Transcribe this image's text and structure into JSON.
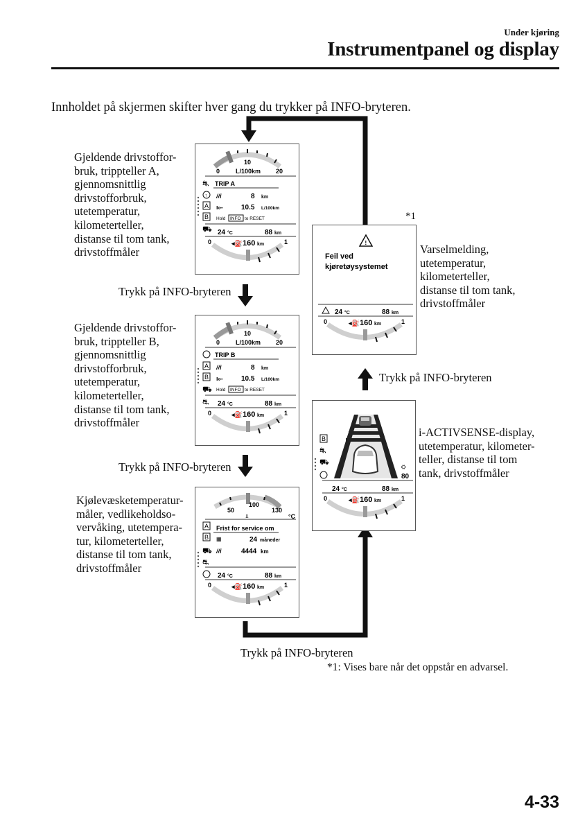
{
  "header": {
    "section": "Under kjøring",
    "title": "Instrumentpanel og display"
  },
  "intro": "Innholdet på skjermen skifter hver gang du trykker på INFO-bryteren.",
  "descriptions": {
    "trip_a": [
      "Gjeldende drivstoffor-",
      "bruk, trippteller A,",
      "gjennomsnittlig",
      "drivstofforbruk,",
      "utetemperatur,",
      "kilometerteller,",
      "distanse til tom tank,",
      "drivstoffmåler"
    ],
    "trip_b": [
      "Gjeldende drivstoffor-",
      "bruk, trippteller B,",
      "gjennomsnittlig",
      "drivstofforbruk,",
      "utetemperatur,",
      "kilometerteller,",
      "distanse til tom tank,",
      "drivstoffmåler"
    ],
    "coolant": [
      "Kjølevæsketemperatur-",
      "måler, vedlikeholdso-",
      "vervåking, utetempera-",
      "tur, kilometerteller,",
      "distanse til tom tank,",
      "drivstoffmåler"
    ],
    "warning": [
      "Varselmelding,",
      "utetemperatur,",
      "kilometerteller,",
      "distanse til tom tank,",
      "drivstoffmåler"
    ],
    "activsense": [
      "i-ACTIVSENSE-display,",
      "utetemperatur, kilometer-",
      "teller, distanse til tom",
      "tank, drivstoffmåler"
    ]
  },
  "press_label": "Trykk på INFO-bryteren",
  "footnote_marker": "*1",
  "footnote": "*1: Vises bare når det oppstår en advarsel.",
  "page_number": "4-33",
  "displays": {
    "common": {
      "temp": "24",
      "temp_unit": "°C",
      "odo": "88",
      "odo_unit": "km",
      "range": "160",
      "range_unit": "km",
      "fuel_min": "0",
      "fuel_max": "1"
    },
    "trip_a": {
      "scale_0": "0",
      "scale_10": "10",
      "scale_20": "20",
      "unit": "L/100km",
      "trip_label": "TRIP A",
      "mark_a": "A",
      "mark_b": "B",
      "current_value": "8",
      "current_unit": "km",
      "avg_value": "10.5",
      "avg_unit": "L/100km",
      "hold": "Hold",
      "info": "INFO",
      "reset": "to RESET"
    },
    "trip_b": {
      "scale_0": "0",
      "scale_10": "10",
      "scale_20": "20",
      "unit": "L/100km",
      "trip_label": "TRIP B",
      "mark_a": "A",
      "mark_b": "B",
      "current_value": "8",
      "current_unit": "km",
      "avg_value": "10.5",
      "avg_unit": "L/100km",
      "hold": "Hold",
      "info": "INFO",
      "reset": "to RESET"
    },
    "coolant": {
      "scale_50": "50",
      "scale_100": "100",
      "scale_130": "130",
      "unit": "°C",
      "mark_a": "A",
      "mark_b": "B",
      "service_title": "Frist for service om",
      "months_value": "24",
      "months_unit": "måneder",
      "km_value": "4444",
      "km_unit": "km"
    },
    "warning": {
      "message_line1": "Feil ved",
      "message_line2": "kjøretøysystemet"
    },
    "activsense": {
      "mark_b": "B",
      "speed": "80"
    }
  }
}
